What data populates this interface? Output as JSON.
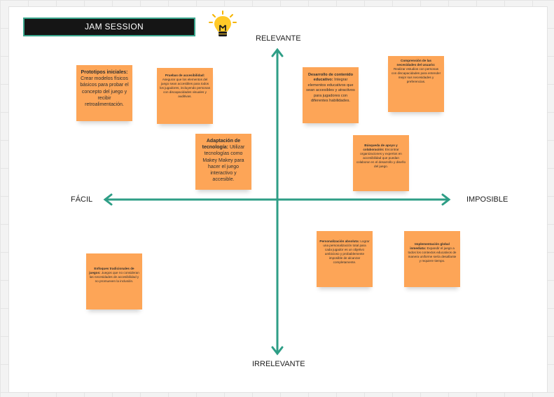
{
  "board": {
    "title": "JAM SESSION",
    "icon": "lightbulb-icon",
    "accent_color": "#2e9e86",
    "note_color": "#fda557"
  },
  "axes": {
    "top": "RELEVANTE",
    "bottom": "IRRELEVANTE",
    "left": "FÁCIL",
    "right": "IMPOSIBLE"
  },
  "notes": [
    {
      "heading": "Prototipos iniciales:",
      "body": "Crear modelos físicos básicos para probar el concepto del juego y recibir retroalimentación."
    },
    {
      "heading": "Pruebas de accesibilidad:",
      "body": "Asegurar que los elementos del juego sean accesibles para todos los jugadores, incluyendo personas con discapacidades visuales y auditivas."
    },
    {
      "heading": "Adaptación de tecnología:",
      "body": "Utilizar tecnologías como Makey Makey para hacer el juego interactivo y accesible."
    },
    {
      "heading": "Desarrollo de contenido educativo:",
      "body": "Integrar elementos educativos que sean accesibles y atractivos para jugadores con diferentes habilidades."
    },
    {
      "heading": "Comprensión de las necesidades del usuario:",
      "body": "Realizar estudios con personas con discapacidades para entender mejor sus necesidades y preferencias."
    },
    {
      "heading": "Búsqueda de apoyo y colaboración:",
      "body": "Encontrar organizaciones y expertos en accesibilidad que puedan colaborar en el desarrollo y diseño del juego."
    },
    {
      "heading": "Personalización absoluta:",
      "body": "Lograr una personalización total para cada jugador es un objetivo ambicioso y probablemente imposible de alcanzar completamente."
    },
    {
      "heading": "Implementación global inmediata:",
      "body": "Expandir el juego a todos los contextos educativos de manera uniforme sería desafiante y requiere tiempo."
    },
    {
      "heading": "Enfoques tradicionales de juegos:",
      "body": "Juegos que no consideran las necesidades de accesibilidad y no promueven la inclusión."
    }
  ]
}
